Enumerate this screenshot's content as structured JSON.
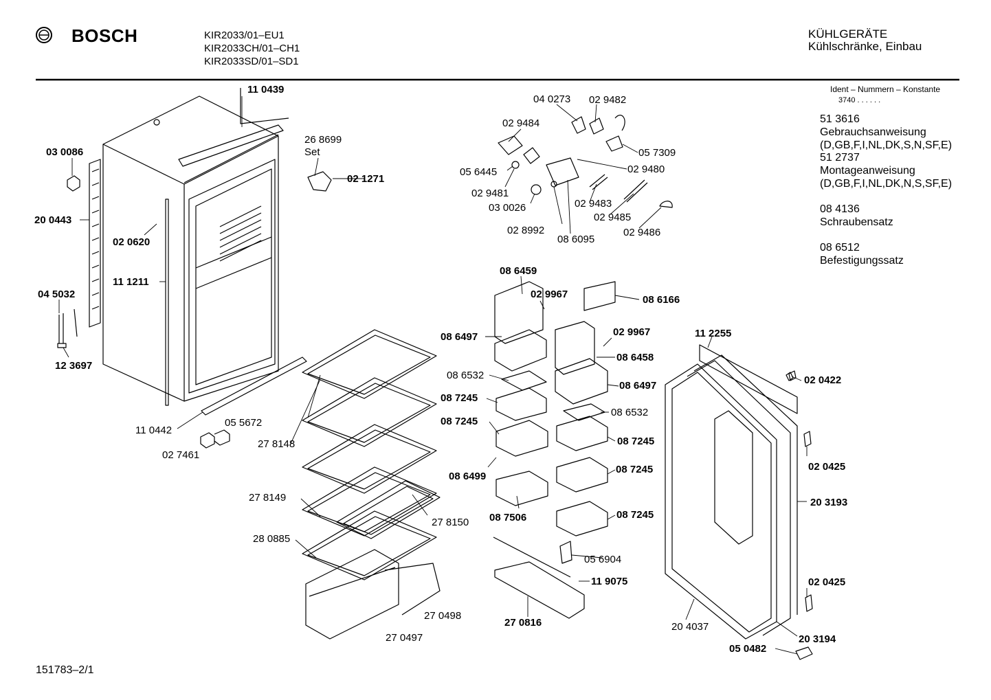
{
  "header": {
    "brand": "BOSCH",
    "models": [
      "KIR2033/01–EU1",
      "KIR2033CH/01–CH1",
      "KIR2033SD/01–SD1"
    ],
    "category": "KÜHLGERÄTE",
    "subcategory": "Kühlschränke, Einbau"
  },
  "sidebar": {
    "ident_title": "Ident – Nummern – Konstante",
    "ident_value": "3740 . . . . . .",
    "docs": [
      {
        "number": "51 3616",
        "title": "Gebrauchsanweisung",
        "languages": "(D,GB,F,I,NL,DK,S,N,SF,E)"
      },
      {
        "number": "51 2737",
        "title": "Montageanweisung",
        "languages": "(D,GB,F,I,NL,DK,N,S,SF,E)"
      },
      {
        "number": "08 4136",
        "title": "Schraubensatz"
      },
      {
        "number": "08 6512",
        "title": "Befestigungssatz"
      }
    ]
  },
  "parts": {
    "p110439": "11 0439",
    "p030086": "03 0086",
    "p200443": "20 0443",
    "p020620": "02 0620",
    "p111211": "11 1211",
    "p045032": "04 5032",
    "p123697": "12 3697",
    "p110442": "11 0442",
    "p055672": "05 5672",
    "p027461": "02 7461",
    "p268699": "26 8699",
    "set": "Set",
    "p021271": "02 1271",
    "p040273": "04 0273",
    "p029482": "02 9482",
    "p029484": "02 9484",
    "p057309": "05 7309",
    "p056445": "05 6445",
    "p029480": "02 9480",
    "p029481": "02 9481",
    "p030026": "03 0026",
    "p029483": "02 9483",
    "p029485": "02 9485",
    "p028992": "02 8992",
    "p086095": "08 6095",
    "p029486": "02 9486",
    "p086459": "08 6459",
    "p029967a": "02 9967",
    "p086166": "08 6166",
    "p086497a": "08 6497",
    "p029967b": "02 9967",
    "p086458": "08 6458",
    "p086532a": "08 6532",
    "p086497b": "08 6497",
    "p087245a": "08 7245",
    "p087245b": "08 7245",
    "p086532b": "08 6532",
    "p087245c": "08 7245",
    "p087245d": "08 7245",
    "p086499": "08 6499",
    "p087506": "08 7506",
    "p087245e": "08 7245",
    "p056904": "05 6904",
    "p119075": "11 9075",
    "p270816": "27 0816",
    "p278148": "27 8148",
    "p278149": "27 8149",
    "p278150": "27 8150",
    "p280885": "28 0885",
    "p270498": "27 0498",
    "p270497": "27 0497",
    "p112255": "11 2255",
    "p020422": "02 0422",
    "p020425a": "02 0425",
    "p203193": "20 3193",
    "p020425b": "02 0425",
    "p204037": "20 4037",
    "p203194": "20 3194",
    "p050482": "05 0482"
  },
  "footer": {
    "drawing_number": "151783–2/1"
  }
}
